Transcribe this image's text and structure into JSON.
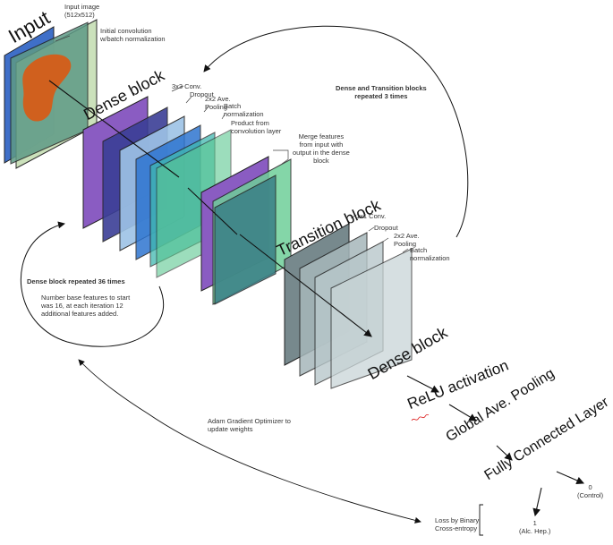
{
  "stages": {
    "input": "Input",
    "dense_block": "Dense block",
    "transition_block": "Transition  block",
    "dense_block_2": "Dense block",
    "relu": "ReLU activation",
    "global_pool": "Global Ave. Pooling",
    "fully_connected": "Fully Connected Layer"
  },
  "labels": {
    "input_image": "Input image\n(512x512)",
    "initial_conv": "Initial convolution\nw/batch normalization",
    "conv3x3": "3x3 Conv.",
    "dropout": "Dropout",
    "avg_pool": "2x2 Ave.\nPooling",
    "batch_norm": "Batch\nnormalization",
    "product": "Product from\nconvolution layer",
    "merge": "Merge features\nfrom input with\noutput in the dense\nblock",
    "conv1x1": "1x1 Conv.",
    "dropout_t": "Dropout",
    "avg_pool_t": "2x2 Ave.\nPooling",
    "batch_norm_t": "Batch\nnormalization",
    "dense_transition_repeat": "Dense and Transition blocks\nrepeated 3 times",
    "dense_repeat_title": "Dense block repeated 36 times",
    "dense_repeat_body": "Number base features to start\nwas 16, at each iteration 12\nadditional features added.",
    "adam": "Adam Gradient Optimizer to\nupdate weights",
    "loss": "Loss by Binary\nCross-entropy",
    "out0": "0\n(Control)",
    "out1": "1\n(Alc. Hep.)"
  },
  "colors": {
    "input_blue": "#4472c4",
    "input_green": "#c5dfb4",
    "organ_orange": "#c55a11",
    "purple": "#8e5fc0",
    "violet_dark": "#5a4b9a",
    "blue_light": "#9dc3e6",
    "blue": "#2e75b6",
    "green_teal": "#4dbd8a",
    "teal_dark": "#3e7f86",
    "gray_plate": "#8a9a9c"
  }
}
